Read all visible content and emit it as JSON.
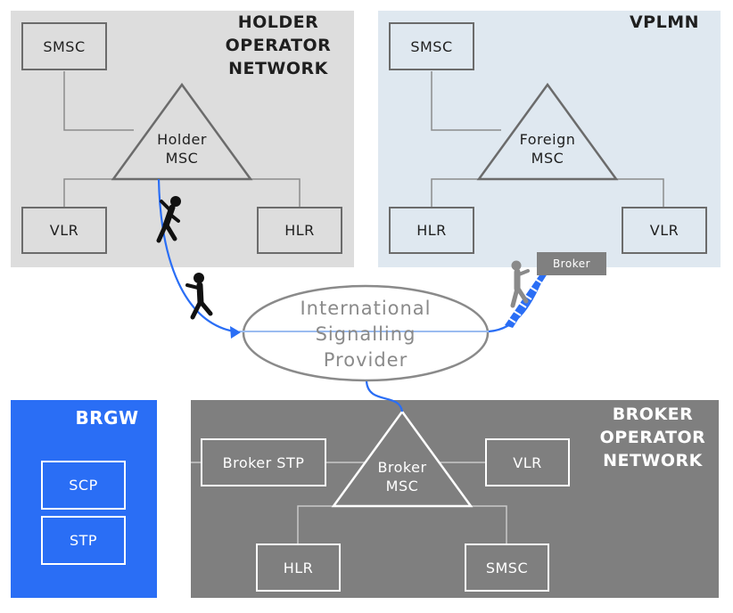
{
  "holder_network": {
    "title_lines": [
      "HOLDER",
      "OPERATOR",
      "NETWORK"
    ],
    "smsc": "SMSC",
    "msc_lines": [
      "Holder",
      "MSC"
    ],
    "vlr": "VLR",
    "hlr": "HLR"
  },
  "vplmn": {
    "title": "VPLMN",
    "smsc": "SMSC",
    "msc_lines": [
      "Foreign",
      "MSC"
    ],
    "hlr": "HLR",
    "vlr": "VLR",
    "broker_tag": "Broker"
  },
  "signalling_provider": {
    "lines": [
      "International",
      "Signalling",
      "Provider"
    ]
  },
  "brgw": {
    "title": "BRGW",
    "scp": "SCP",
    "stp": "STP"
  },
  "broker_network": {
    "title_lines": [
      "BROKER",
      "OPERATOR",
      "NETWORK"
    ],
    "stp": "Broker STP",
    "msc_lines": [
      "Broker",
      "MSC"
    ],
    "vlr": "VLR",
    "hlr": "HLR",
    "smsc": "SMSC"
  },
  "colors": {
    "holder_bg": "#dddddd",
    "vplmn_bg": "#dfe8f0",
    "brgw_bg": "#2a6ef5",
    "broker_bg": "#7f7f7f",
    "link_blue": "#2a6ef5",
    "connector_gray": "#8c8c8c"
  }
}
